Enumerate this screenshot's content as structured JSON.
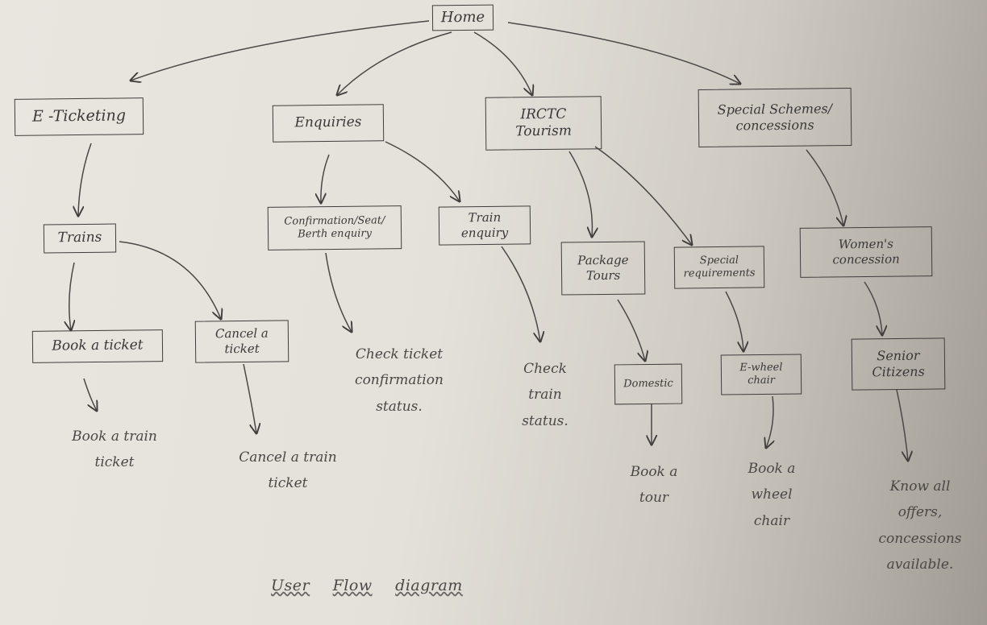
{
  "nodes": {
    "home": "Home",
    "eticketing": "E -Ticketing",
    "enquiries": "Enquiries",
    "irctc": "IRCTC Tourism",
    "special_schemes": "Special Schemes/ concessions",
    "trains": "Trains",
    "confirmation": "Confirmation/Seat/ Berth enquiry",
    "train_enquiry": "Train enquiry",
    "package_tours": "Package Tours",
    "special_requirements": "Special requirements",
    "womens_concession": "Women's concession",
    "book_ticket": "Book a ticket",
    "cancel_ticket": "Cancel a ticket",
    "domestic": "Domestic",
    "ewheel": "E-wheel chair",
    "senior": "Senior Citizens"
  },
  "outcomes": {
    "book_train": "Book a train ticket",
    "cancel_train": "Cancel a train ticket",
    "check_confirmation": "Check ticket confirmation status.",
    "check_train": "Check train status.",
    "book_tour": "Book a tour",
    "book_wheel": "Book a wheel chair",
    "know_offers": "Know all offers, concessions available."
  },
  "caption": {
    "word1": "User",
    "word2": "Flow",
    "word3": "diagram"
  }
}
